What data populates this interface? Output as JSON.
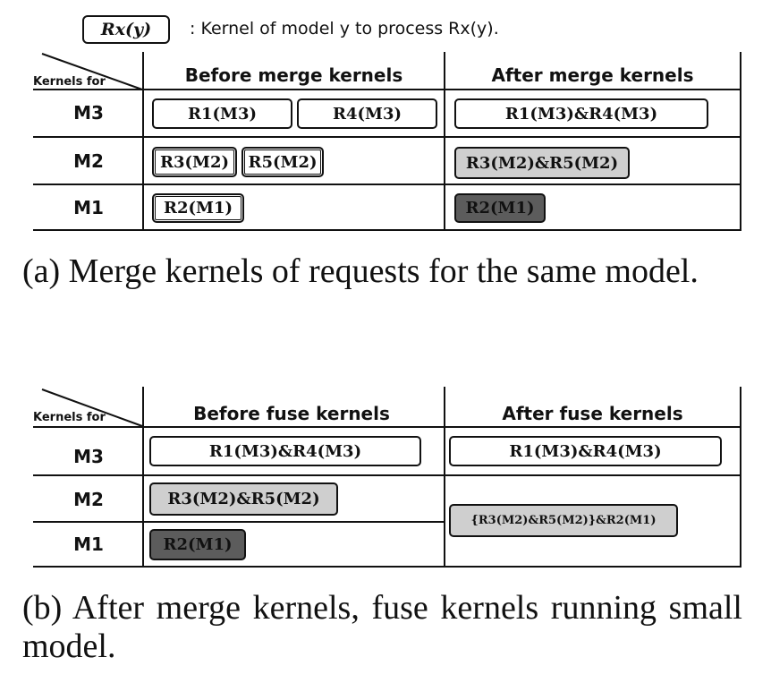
{
  "legend": {
    "box_label": "Rx(y)",
    "text": ": Kernel of model y to process Rx(y)."
  },
  "table_a": {
    "corner_label": "Kernels for",
    "col_before": "Before merge kernels",
    "col_after": "After merge kernels",
    "rows": [
      {
        "label": "M3",
        "before": [
          "R1(M3)",
          "R4(M3)"
        ],
        "after": "R1(M3)&R4(M3)"
      },
      {
        "label": "M2",
        "before": [
          "R3(M2)",
          "R5(M2)"
        ],
        "after": "R3(M2)&R5(M2)"
      },
      {
        "label": "M1",
        "before": [
          "R2(M1)"
        ],
        "after": "R2(M1)"
      }
    ]
  },
  "caption_a": "(a) Merge kernels of requests for the same model.",
  "table_b": {
    "corner_label": "Kernels for",
    "col_before": "Before fuse kernels",
    "col_after": "After fuse kernels",
    "rows": [
      {
        "label": "M3",
        "before": "R1(M3)&R4(M3)",
        "after": "R1(M3)&R4(M3)"
      },
      {
        "label": "M2",
        "before": "R3(M2)&R5(M2)"
      },
      {
        "label": "M1",
        "before": "R2(M1)"
      }
    ],
    "fused_after": "{R3(M2)&R5(M2)}&R2(M1)"
  },
  "caption_b": "(b) After merge kernels, fuse kernels running small model.",
  "colors": {
    "light_gray": "#cfcfcf",
    "dark_gray": "#5c5c5c",
    "line": "#111111"
  }
}
